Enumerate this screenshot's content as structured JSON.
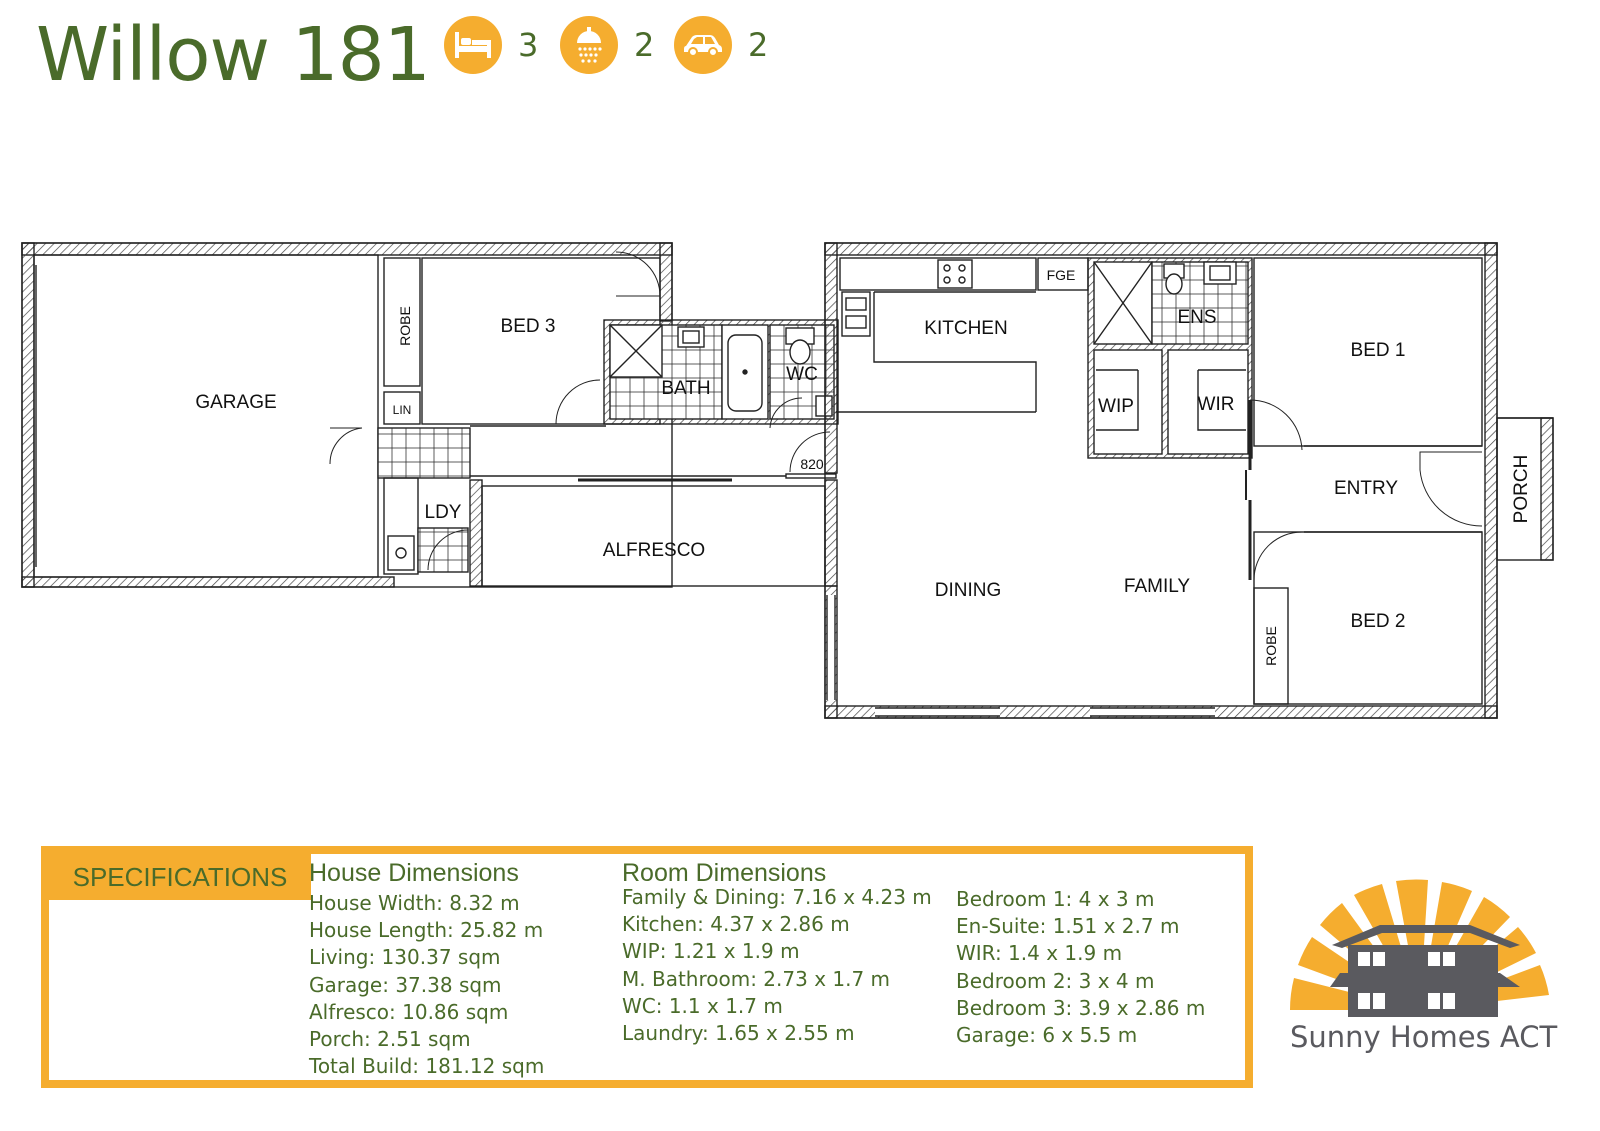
{
  "header": {
    "title": "Willow 181",
    "bedrooms": "3",
    "bathrooms": "2",
    "car_spaces": "2",
    "accent_color": "#f5ad2f",
    "title_color": "#4a6b2a",
    "icons": [
      "bed-icon",
      "shower-icon",
      "car-icon"
    ]
  },
  "floorplan": {
    "rooms": {
      "garage": "GARAGE",
      "robe_left": "ROBE",
      "bed3": "BED 3",
      "lin": "LIN",
      "ldy": "LDY",
      "bath": "BATH",
      "wc": "WC",
      "alfresco": "ALFRESCO",
      "door_820": "820",
      "kitchen": "KITCHEN",
      "fge": "FGE",
      "ens": "ENS",
      "wip": "WIP",
      "wir": "WIR",
      "bed1": "BED 1",
      "entry": "ENTRY",
      "porch": "PORCH",
      "dining": "DINING",
      "family": "FAMILY",
      "robe_right": "ROBE",
      "bed2": "BED 2"
    }
  },
  "specs": {
    "tab_label": "SPECIFICATIONS",
    "house_heading": "House Dimensions",
    "house_items": [
      "House Width: 8.32 m",
      "House Length: 25.82 m",
      "Living: 130.37 sqm",
      "Garage: 37.38 sqm",
      "Alfresco: 10.86 sqm",
      "Porch: 2.51 sqm",
      "Total Build: 181.12 sqm"
    ],
    "room_heading": "Room Dimensions",
    "room_items_col1": [
      "Family & Dining: 7.16 x 4.23 m",
      "Kitchen: 4.37 x 2.86 m",
      "WIP: 1.21 x 1.9 m",
      "M. Bathroom: 2.73 x 1.7 m",
      "WC: 1.1 x 1.7 m",
      "Laundry: 1.65 x 2.55 m"
    ],
    "room_items_col2": [
      "Bedroom 1: 4 x 3 m",
      "En-Suite: 1.51 x 2.7 m",
      "WIR: 1.4 x 1.9 m",
      "Bedroom 2: 3 x 4 m",
      "Bedroom 3: 3.9 x 2.86 m",
      "Garage: 6 x 5.5 m"
    ]
  },
  "brand": {
    "name": "Sunny Homes ACT"
  }
}
